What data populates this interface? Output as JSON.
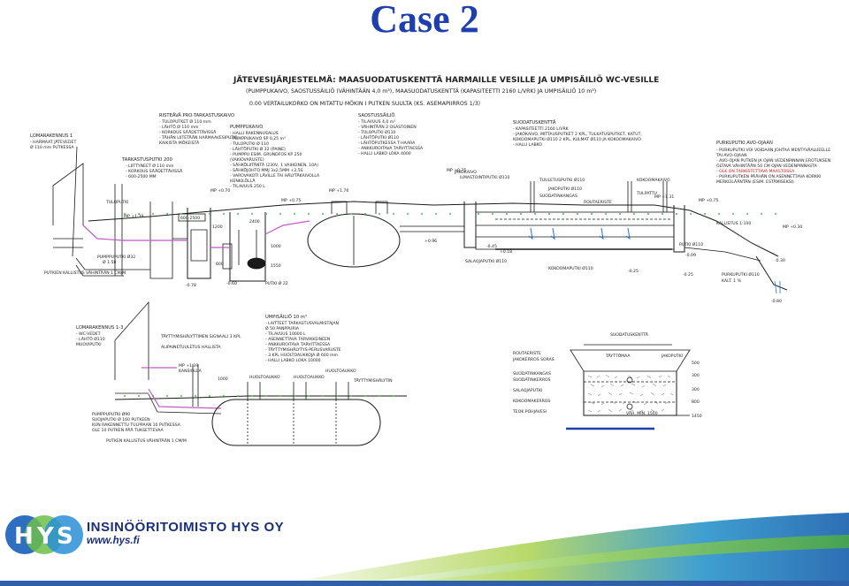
{
  "slide": {
    "title": "Case 2"
  },
  "drawing": {
    "heading": "JÄTEVESIJÄRJESTELMÄ: MAASUODATUSKENTTÄ HARMAILLE VESILLE JA UMPISÄILIÖ WC-VESILLE",
    "subheading": "(PUMPPUKAIVO, SAOSTUSSÄILIÖ (VÄHINTÄÄN 4,0 m³), MAASUODATUSKENTTÄ (KAPASITEETTI 2160 L/VRK) JA UMPISÄILIÖ 10 m³)",
    "datum_note": "0.00 VERTAILUKORKO ON MITATTU MÖKIN I PUTKEN SUULTA (KS. ASEMAPIIRROS 1/3)",
    "upper": {
      "lomarakennus": "LOMARAKENNUS 1",
      "lomarakennus_notes": [
        "- HARMAAT JÄTEVEDET",
        "Ø 110 mm PUTKESSA"
      ],
      "risteava": "RISTEÄVÄ PRO-TARKASTUSKAIVO",
      "risteava_notes": [
        "- TULOPUTKET Ø 110 mm",
        "- LÄHTÖ Ø 110 mm",
        "- KORKOUS SÄÄDETTÄVISSÄ",
        "- TÄHÄN LIITETÄÄN HARMAAVESIPUTKI",
        "  KAIKISTA MÖKEISTÄ"
      ],
      "tarkastusputki": "TARKASTUSPUTKI 200",
      "tarkastusputki_notes": [
        "- LIITTYNEET Ø 110 mm",
        "- KORKOUS SÄÄDETTÄVISSÄ",
        "- 600-2500 MM"
      ],
      "pumppukaivo": "PUMPPUKAIVO",
      "pumppukaivo_notes": [
        "- HALLI RAKENNUSALUS",
        "- PUMPPUKAIVO SP 0,25 m³",
        "- TULOPUTKI Ø 110",
        "- LÄHTÖPUTKI Ø 32 (PAINE)",
        "- PUMPPU ESIM. GRUNDFOS KP 250",
        "  (VAKIOVARUSTE)",
        "- SÄHKÖLIITÄNTÄ (230V, 1 VAIHEINEN, 10A)",
        "- SÄHKÖJOHTO MMJ 3x2,5MM +2,5S",
        "- VAROVAKOTI LÄVILLE TAI HÄLYTÄKAIVOLLA",
        "  HENKILÖLLÄ",
        "- TILAVUUS 250 L"
      ],
      "saostus": "SAOSTUSSÄILIÖ",
      "saostus_notes": [
        "- TILAVUUS 4,0 m³",
        "- VÄHINTÄÄN 2 OSASTOINEN",
        "- TULOPUTKI Ø110",
        "- LÄHTÖPUTKI Ø110",
        "- LÄHTÖPUTKESSA T-HAARA",
        "- ANKKUROITAVA TARVITTAESSA",
        "- HALLI LABKO LOKA 4000"
      ],
      "suodatus": "SUODATUSKENTTÄ",
      "suodatus_notes": [
        "- KAPASITEETTI 2160 L/VRK",
        "- JAKOKAIVO, MITTAUSPUTKET 2 KPL, TULKATUSPUTKET, KATUT,",
        "  KOKOOMAPUTKI Ø110 2 KPL, KULMAT Ø110 JA KOKOOMAKAIVO",
        "- HALLI LABKO"
      ],
      "purku": "PURKUPUTKI AVO-OJAAN",
      "purku_notes": [
        "- PURKUPUTKI VOI VOIDAAN JOHTAA MENTYVÄALUEELLE",
        "  TAI AVO-OJAAN",
        "- AVO-OJAN PUTKEN JA OJAN VEDENPINNAN EROTUKSEN",
        "  OLTAVA VÄHINTÄÄN 50 CM OJAN VEDENPINNASTA"
      ],
      "purku_red": [
        "- OLK ON TARKISTETTAVA MAASTOSSA",
        "- PURKUPUTKEN PÄÄHÄN ON ASENNETTAVA KORKKI"
      ],
      "purku_tail": [
        "MERKEILÄÄNTÄN (ESIM. ESTÄMISEKSI)"
      ],
      "pump_line_label": "PUMPPUPUTKI Ø32",
      "label_jakokaivo": "JAKOKAIVO",
      "label_ilmastointi": "ILMASTOINTIPUTKI Ø110",
      "label_tuulet": "TUULETUSPUTKI Ø110",
      "label_kokoomakaivo": "KOKOOMAKAIVO",
      "label_suodatin": "SUODATINKANGAS",
      "label_jakoputki": "JAKOPUTKI Ø110",
      "label_kokooma": "KOKOOMAPUTKI Ø110",
      "label_salaoja": "SALAOJAPUTKI Ø110",
      "label_tulpattu": "TULPATTU",
      "label_purkuputki": "PURKUPUTKI Ø110",
      "label_putki": "PUTKI Ø110",
      "label_routaeriste": "ROUTAERISTE",
      "label_tuloputki": "TULOPUTKI",
      "label_putkien": "PUTKIEN KALLISTUS VÄHINTÄÄN 1 CM/M",
      "label_kallistus": "KALLISTUS 1:100",
      "elevations": [
        "MP +1.39",
        "MP +0.70",
        "MP +0.75",
        "MP +1.76",
        "MP +0.75",
        "MP +1.31",
        "MP +0.75",
        "MP +0.30",
        "-0.45",
        "+0.18",
        "-0.78",
        "-0.09",
        "-0.25",
        "-0.25",
        "-0.30",
        "-0.80",
        "-0.60",
        "+0.96",
        "KALT. 1 %",
        "Ø 1.58",
        "PUTKI Ø 22"
      ],
      "dims": [
        "600-2500",
        "1200",
        "2400",
        "1000",
        "600",
        "1550"
      ]
    },
    "lower": {
      "lomarakennus": "LOMARAKENNUS 1-3",
      "lomarakennus_notes": [
        "- WC-VEDET",
        "- LÄHTÖ Ø110",
        "MUOVIPUTKI"
      ],
      "tayttohalytin": "TÄYTTYMISHÄLYTTIMEN SIGNAALI 3 KPL",
      "alipainetuuletus": "ALIPAINETUULETUS HALLISTA",
      "mp": "MP +1.39",
      "kansi": "KANSIOLLA",
      "umpisailio": "UMPISÄILIÖ 10 m³",
      "umpisailio_notes": [
        "- LAITTEET TARKASTUSVALMISTAJAN",
        "  Ø 50 PANPPURIA",
        "- TILAVUUS 10000 L",
        "- ASENNETTAVA TARVIKKEINEEN",
        "- ANKKUROITAVA TARVITTAESSA",
        "- TÄYTTYMISHÄLYTYS-PERUSVARUSTE",
        "- 3 KPL HUOLTOAUKKOJA Ø 600 mm",
        "- HALLI LABKO LOKA 10000"
      ],
      "huoltoaukko_1": "HUOLTOAUKKO",
      "huoltoaukko_2": "HUOLTOAUKKO",
      "huoltoaukko_3": "HUOLTOAUKKO",
      "tayttohalytin_2": "TÄYTTYMISHÄLYTIN",
      "pumppuputki": "PUMPPUPUTKI Ø90",
      "pumppuputki_notes": [
        "SUOJAPUTKI Ø 160 PUTKEEN",
        "KUN RAKENNETTU TULPPAAN 10 PUTKESSA",
        "OLE 10 PUTKEN PÄÄ TUKSETTEVAA"
      ],
      "putken": "PUTKEN KALLISTUS VÄHINTÄÄN 1 CM/M",
      "dim_1000": "1000"
    },
    "section": {
      "title": "SUODATUSKENTTÄ",
      "rows": [
        "ROUTAERISTE",
        "JAKOKERROS SORAS",
        "SUODATINKANGAS",
        "SUODATINKERROS",
        "SALAOJAPUTKI",
        "KOKOOMAKERROS",
        "TEOK POHJAVESI"
      ],
      "taytto": "TÄYTTÖMAA",
      "dims": [
        "500",
        "300",
        "300",
        "800",
        "1450"
      ],
      "jakoputki": "JAKOPUTKI",
      "width_note": "VÄH. MIN. 1500"
    }
  },
  "footer": {
    "logo_letters": [
      "H",
      "Y",
      "S"
    ],
    "company": "INSINÖÖRITOIMISTO HYS OY",
    "url": "www.hys.fi"
  },
  "colors": {
    "title": "#1f3fae",
    "company": "#1a2f7a",
    "pipe_pink": "#c05cc0",
    "grass": "#3fbf3f",
    "leader_red": "#d01818"
  }
}
